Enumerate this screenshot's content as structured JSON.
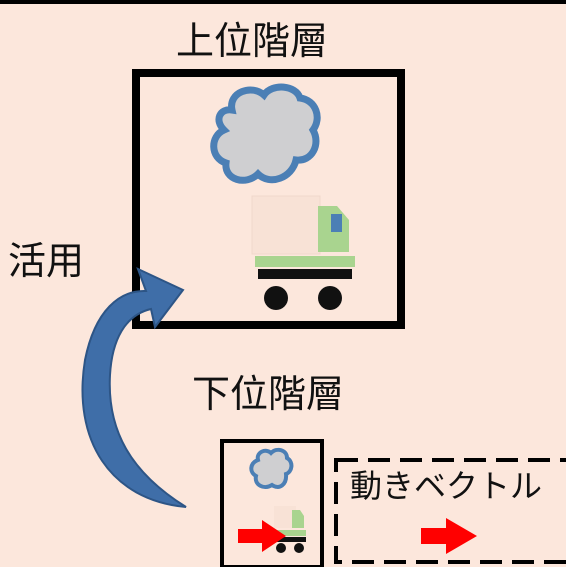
{
  "labels": {
    "upper_layer": "上位階層",
    "use": "活用",
    "lower_layer": "下位階層",
    "motion_vector": "動きベクトル"
  },
  "colors": {
    "background": "#fce7dc",
    "frame": "#000000",
    "cloud_fill": "#cfcfd1",
    "cloud_stroke": "#4b7fb5",
    "truck_green": "#a9d48f",
    "truck_cargo": "#f8e2d6",
    "arrow_blue": "#3f6ea8",
    "vector_red": "#ff0000"
  }
}
